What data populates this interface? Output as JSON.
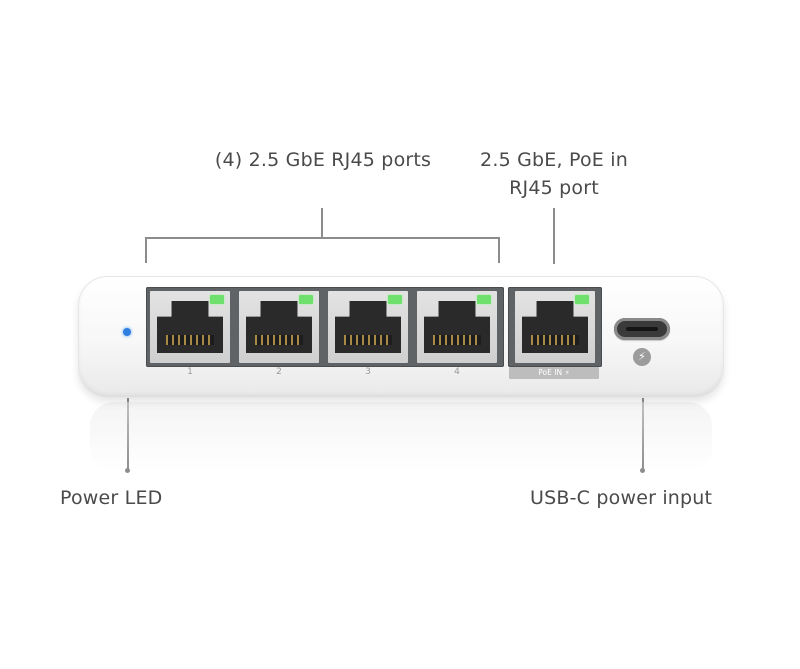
{
  "callouts": {
    "rj45_ports": "(4) 2.5 GbE RJ45 ports",
    "poe_in_port": "2.5 GbE, PoE in RJ45 port",
    "power_led": "Power LED",
    "usbc_power": "USB-C power input"
  },
  "device": {
    "port_numbers": [
      "1",
      "2",
      "3",
      "4"
    ],
    "poe_tag": "PoE IN ⚡",
    "usbc_icon": "lightning-bolt-icon",
    "led_color": "#2f7fe0",
    "link_led_color": "#6ee06b"
  }
}
